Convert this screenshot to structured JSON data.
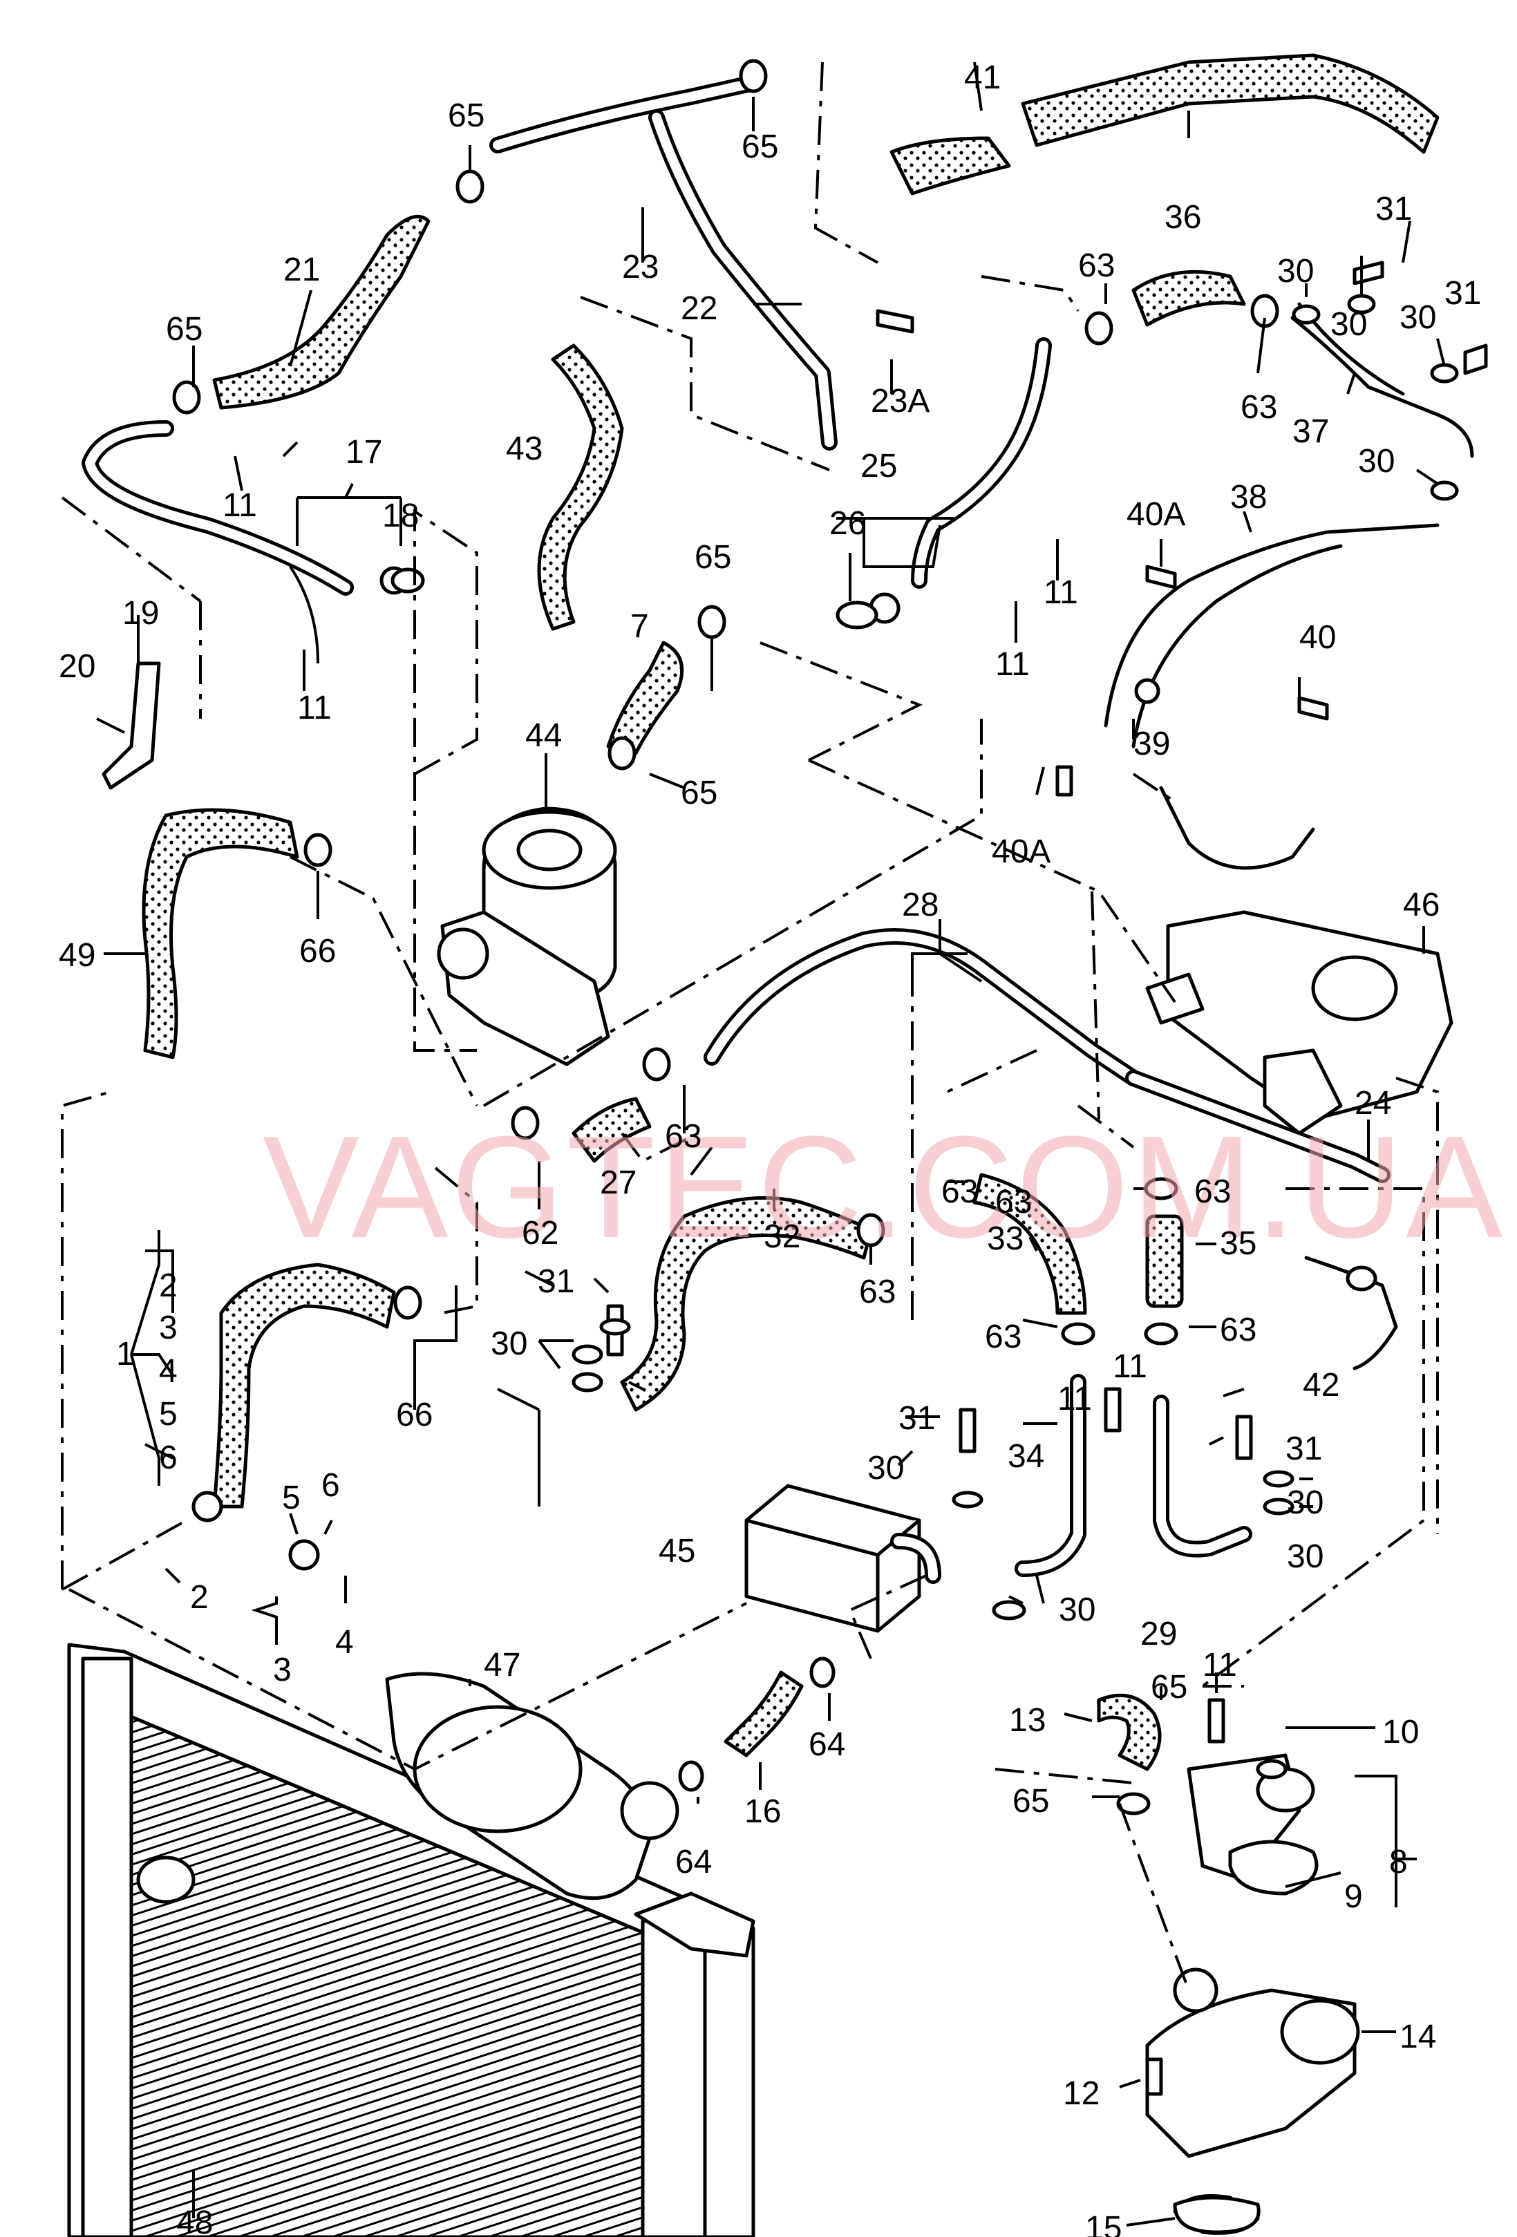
{
  "watermark": "VAGTEC.COM.UA",
  "callouts": [
    {
      "id": "1",
      "label": "1"
    },
    {
      "id": "2a",
      "label": "2"
    },
    {
      "id": "2b",
      "label": "2"
    },
    {
      "id": "3a",
      "label": "3"
    },
    {
      "id": "3b",
      "label": "3"
    },
    {
      "id": "4a",
      "label": "4"
    },
    {
      "id": "4b",
      "label": "4"
    },
    {
      "id": "5a",
      "label": "5"
    },
    {
      "id": "5b",
      "label": "5"
    },
    {
      "id": "6a",
      "label": "6"
    },
    {
      "id": "6b",
      "label": "6"
    },
    {
      "id": "7",
      "label": "7"
    },
    {
      "id": "8",
      "label": "8"
    },
    {
      "id": "9",
      "label": "9"
    },
    {
      "id": "10",
      "label": "10"
    },
    {
      "id": "11a",
      "label": "11"
    },
    {
      "id": "11b",
      "label": "11"
    },
    {
      "id": "11c",
      "label": "11"
    },
    {
      "id": "11d",
      "label": "11"
    },
    {
      "id": "11e",
      "label": "11"
    },
    {
      "id": "11f",
      "label": "11"
    },
    {
      "id": "11g",
      "label": "11"
    },
    {
      "id": "12",
      "label": "12"
    },
    {
      "id": "13",
      "label": "13"
    },
    {
      "id": "14",
      "label": "14"
    },
    {
      "id": "15",
      "label": "15"
    },
    {
      "id": "16",
      "label": "16"
    },
    {
      "id": "17",
      "label": "17"
    },
    {
      "id": "18",
      "label": "18"
    },
    {
      "id": "19",
      "label": "19"
    },
    {
      "id": "20",
      "label": "20"
    },
    {
      "id": "21",
      "label": "21"
    },
    {
      "id": "22",
      "label": "22"
    },
    {
      "id": "23",
      "label": "23"
    },
    {
      "id": "23A",
      "label": "23A"
    },
    {
      "id": "24",
      "label": "24"
    },
    {
      "id": "25",
      "label": "25"
    },
    {
      "id": "26",
      "label": "26"
    },
    {
      "id": "27",
      "label": "27"
    },
    {
      "id": "28",
      "label": "28"
    },
    {
      "id": "29",
      "label": "29"
    },
    {
      "id": "30a",
      "label": "30"
    },
    {
      "id": "30b",
      "label": "30"
    },
    {
      "id": "30c",
      "label": "30"
    },
    {
      "id": "30d",
      "label": "30"
    },
    {
      "id": "30e",
      "label": "30"
    },
    {
      "id": "30f",
      "label": "30"
    },
    {
      "id": "30g",
      "label": "30"
    },
    {
      "id": "30h",
      "label": "30"
    },
    {
      "id": "30i",
      "label": "30"
    },
    {
      "id": "31a",
      "label": "31"
    },
    {
      "id": "31b",
      "label": "31"
    },
    {
      "id": "31c",
      "label": "31"
    },
    {
      "id": "31d",
      "label": "31"
    },
    {
      "id": "31e",
      "label": "31"
    },
    {
      "id": "32",
      "label": "32"
    },
    {
      "id": "33",
      "label": "33"
    },
    {
      "id": "34",
      "label": "34"
    },
    {
      "id": "35",
      "label": "35"
    },
    {
      "id": "36",
      "label": "36"
    },
    {
      "id": "37",
      "label": "37"
    },
    {
      "id": "38",
      "label": "38"
    },
    {
      "id": "39",
      "label": "39"
    },
    {
      "id": "40",
      "label": "40"
    },
    {
      "id": "40Aa",
      "label": "40A"
    },
    {
      "id": "40Ab",
      "label": "40A"
    },
    {
      "id": "41",
      "label": "41"
    },
    {
      "id": "42",
      "label": "42"
    },
    {
      "id": "43",
      "label": "43"
    },
    {
      "id": "44",
      "label": "44"
    },
    {
      "id": "45",
      "label": "45"
    },
    {
      "id": "46",
      "label": "46"
    },
    {
      "id": "47",
      "label": "47"
    },
    {
      "id": "48",
      "label": "48"
    },
    {
      "id": "49",
      "label": "49"
    },
    {
      "id": "62",
      "label": "62"
    },
    {
      "id": "63a",
      "label": "63"
    },
    {
      "id": "63b",
      "label": "63"
    },
    {
      "id": "63c",
      "label": "63"
    },
    {
      "id": "63d",
      "label": "63"
    },
    {
      "id": "63e",
      "label": "63"
    },
    {
      "id": "63f",
      "label": "63"
    },
    {
      "id": "63g",
      "label": "63"
    },
    {
      "id": "63h",
      "label": "63"
    },
    {
      "id": "63i",
      "label": "63"
    },
    {
      "id": "64a",
      "label": "64"
    },
    {
      "id": "64b",
      "label": "64"
    },
    {
      "id": "65a",
      "label": "65"
    },
    {
      "id": "65b",
      "label": "65"
    },
    {
      "id": "65c",
      "label": "65"
    },
    {
      "id": "65d",
      "label": "65"
    },
    {
      "id": "65e",
      "label": "65"
    },
    {
      "id": "65f",
      "label": "65"
    },
    {
      "id": "65g",
      "label": "65"
    },
    {
      "id": "66a",
      "label": "66"
    },
    {
      "id": "66b",
      "label": "66"
    }
  ]
}
